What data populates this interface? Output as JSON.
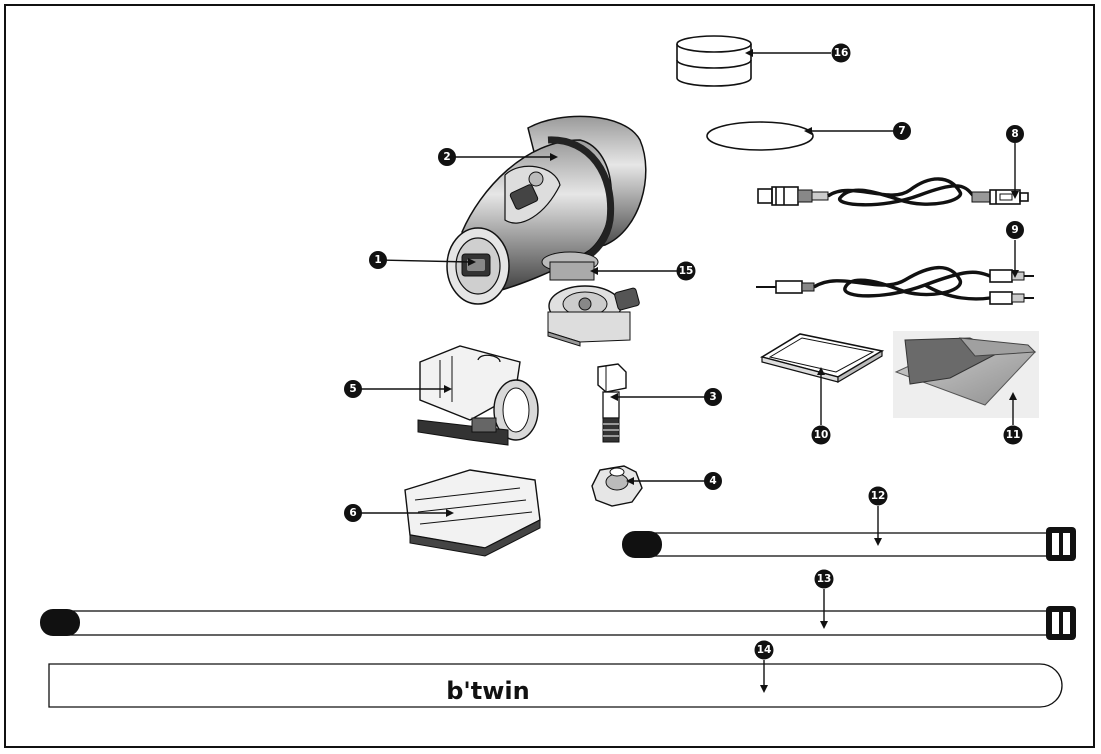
{
  "callouts": {
    "c1": "1",
    "c2": "2",
    "c3": "3",
    "c4": "4",
    "c5": "5",
    "c6": "6",
    "c7": "7",
    "c8": "8",
    "c9": "9",
    "c10": "10",
    "c11": "11",
    "c12": "12",
    "c13": "13",
    "c14": "14",
    "c15": "15",
    "c16": "16"
  },
  "strap": {
    "brand": "b'twin"
  },
  "colors": {
    "ink": "#111111",
    "paper": "#ffffff",
    "gray_light": "#d9d9d9",
    "gray_mid": "#9a9a9a",
    "gray_dark": "#555555"
  }
}
